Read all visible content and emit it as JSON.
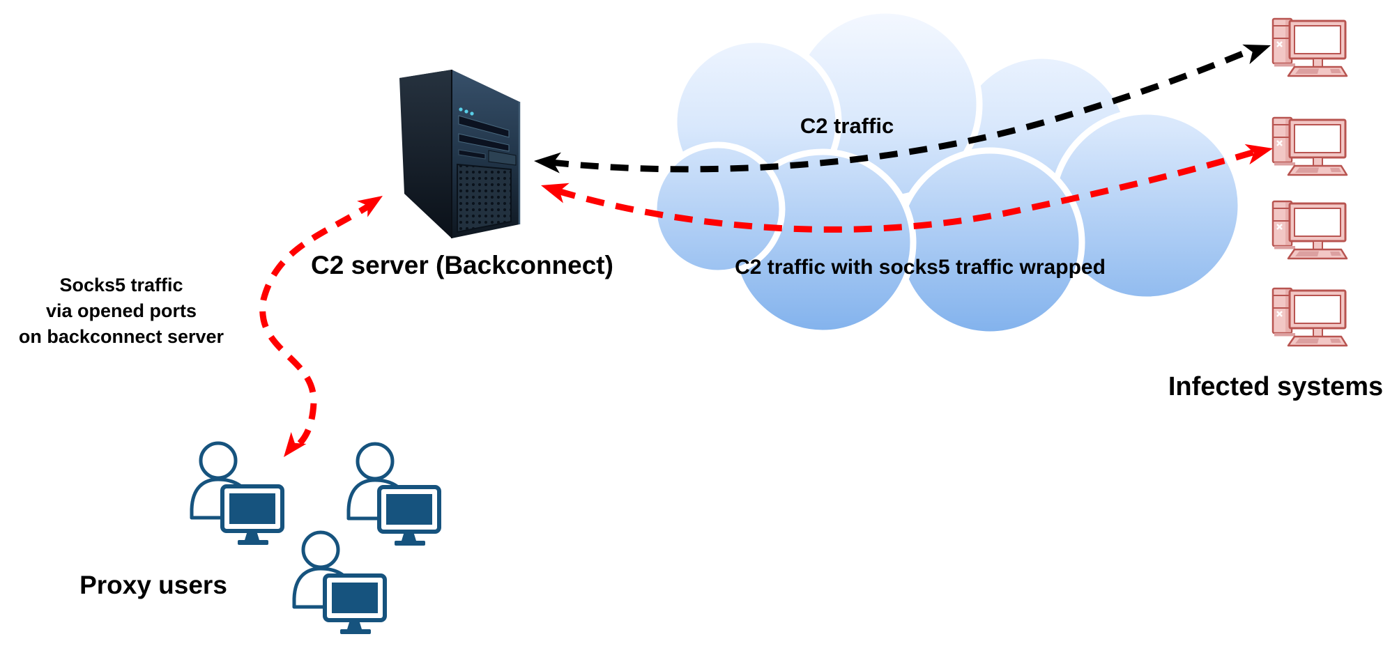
{
  "diagram": {
    "title_implicit": "Backconnect proxy C2 architecture",
    "labels": {
      "c2_server": "C2 server (Backconnect)",
      "c2_traffic": "C2 traffic",
      "c2_traffic_wrapped": "C2 traffic with socks5 traffic wrapped",
      "socks5_line1": "Socks5 traffic",
      "socks5_line2": "via opened ports",
      "socks5_line3": "on backconnect server",
      "proxy_users": "Proxy users",
      "infected_systems": "Infected systems"
    },
    "nodes": {
      "c2_server": {
        "type": "server-tower",
        "label": "C2 server (Backconnect)"
      },
      "cloud": {
        "type": "internet-cloud"
      },
      "infected_systems": {
        "type": "desktop-pc",
        "count": 4,
        "color": "#b85450",
        "fill": "#f2c7c5"
      },
      "proxy_users": {
        "type": "user-with-monitor",
        "count": 3,
        "color": "#16537e"
      }
    },
    "arrows": [
      {
        "name": "c2-traffic-arrow",
        "label": "C2 traffic",
        "color": "#000000",
        "style": "dashed",
        "bidirectional": true,
        "from": "infected systems",
        "to": "C2 server"
      },
      {
        "name": "socks5-wrapped-arrow",
        "label": "C2 traffic with socks5 traffic wrapped",
        "color": "#ff0000",
        "style": "dashed",
        "bidirectional": true,
        "from": "infected systems",
        "to": "C2 server"
      },
      {
        "name": "socks5-proxy-arrow",
        "label": "Socks5 traffic via opened ports on backconnect server",
        "color": "#ff0000",
        "style": "dashed",
        "bidirectional": true,
        "from": "C2 server",
        "to": "proxy users"
      }
    ],
    "colors": {
      "background": "#ffffff",
      "text": "#000000",
      "c2_arrow": "#000000",
      "socks5_arrow": "#ff0000",
      "cloud_top": "#f2f7ff",
      "cloud_bottom": "#7fb0ec",
      "infected_stroke": "#b85450",
      "infected_fill": "#f2c7c5",
      "proxy_blue": "#16537e",
      "server_dark": "#0c131c"
    }
  }
}
